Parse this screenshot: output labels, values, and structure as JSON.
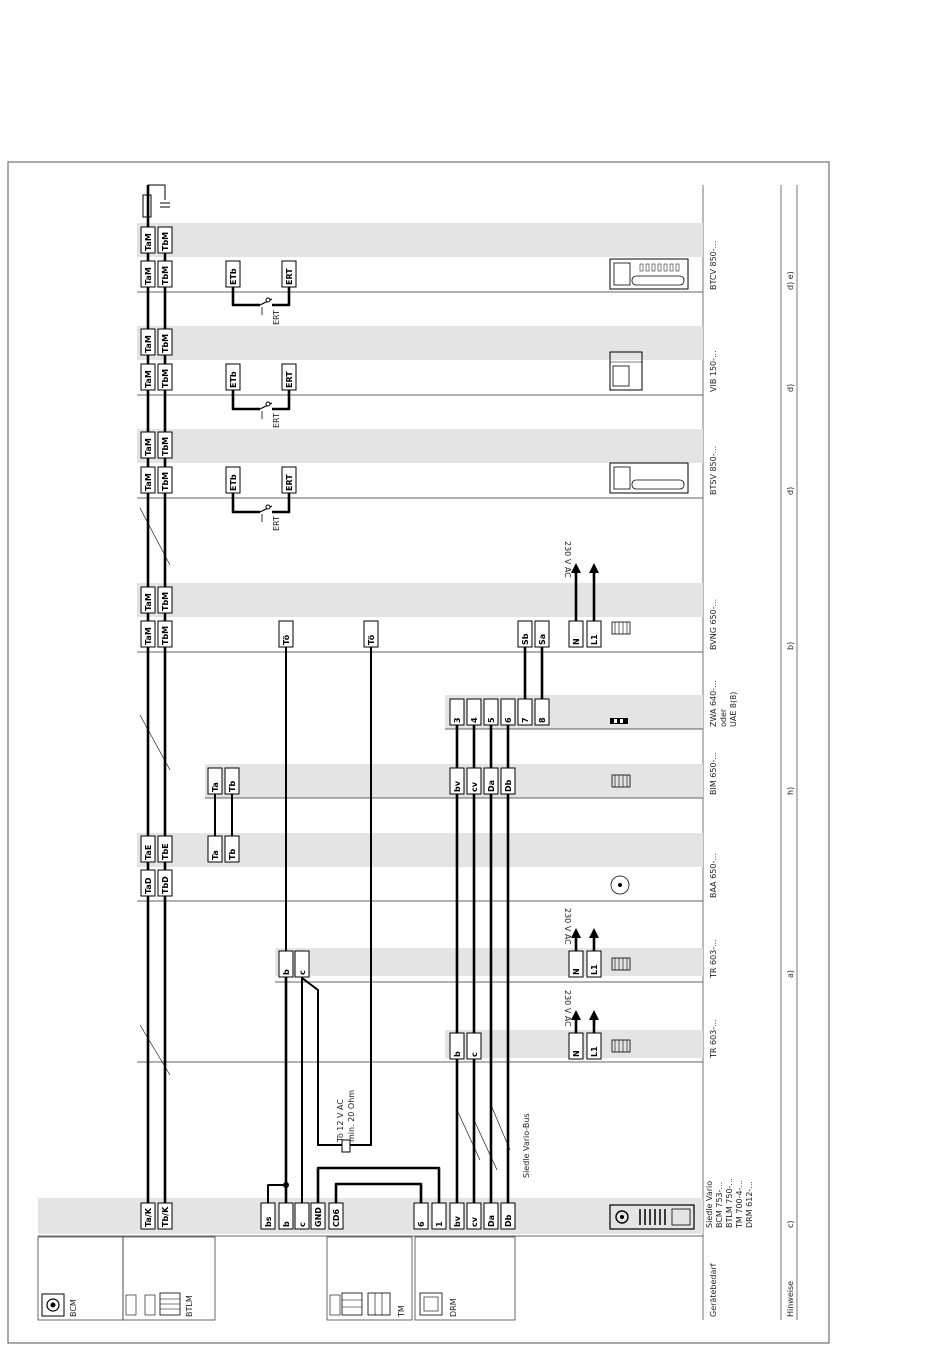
{
  "colors": {
    "band": "#e4e4e4",
    "line": "#000000",
    "frame": "#555555"
  },
  "bottom": {
    "label_geraetebedarf": "Gerätebedarf",
    "label_hinweise": "Hinweise",
    "main_device_lines": [
      "Siedle Vario",
      "BCM 753-...",
      "BTLM 750-...",
      "TM 700-4-...",
      "DRM 612-..."
    ],
    "main_note": "c)",
    "bus_label": "Siedle Vario-Bus",
    "to_label_1": "Tö 12 V AC",
    "to_label_2": "min. 20 Ohm"
  },
  "left_modules": [
    {
      "name": "BCM"
    },
    {
      "name": "BTLM"
    },
    {
      "name": "TM"
    },
    {
      "name": "DRM"
    }
  ],
  "main_terminals": [
    "Ta/K",
    "Tb/K",
    "bs",
    "b",
    "c",
    "GND",
    "CD6",
    "6",
    "1",
    "bv",
    "cv",
    "Da",
    "Db"
  ],
  "devices": [
    {
      "id": "tr1",
      "device": "TR 603-...",
      "note": "",
      "terminals": [
        "b",
        "c",
        "N",
        "L1"
      ],
      "voltage": "230 V AC"
    },
    {
      "id": "tr2",
      "device": "TR 603-...",
      "note": "a)",
      "terminals": [
        "b",
        "c",
        "N",
        "L1"
      ],
      "voltage": "230 V AC"
    },
    {
      "id": "baa",
      "device": "BAA 650-...",
      "note": "",
      "terminals": [
        "TaD",
        "TbD",
        "TaE",
        "TbE",
        "Ta",
        "Tb"
      ]
    },
    {
      "id": "bim",
      "device": "BIM 650-...",
      "note": "h)",
      "terminals": [
        "Ta",
        "Tb",
        "bv",
        "cv",
        "Da",
        "Db"
      ]
    },
    {
      "id": "zwa",
      "device": "ZWA 640-...",
      "device2": "oder",
      "device3": "UAE 8(8)",
      "note": "",
      "terminals": [
        "3",
        "4",
        "5",
        "6",
        "7",
        "8"
      ]
    },
    {
      "id": "bvng",
      "device": "BVNG 650-...",
      "note": "b)",
      "terminals": [
        "TaM",
        "TbM",
        "TaM",
        "TbM",
        "Tö",
        "Tö",
        "Sb",
        "Sa",
        "N",
        "L1"
      ],
      "voltage": "230 V AC"
    },
    {
      "id": "btsv",
      "device": "BTSV 850-...",
      "note": "d)",
      "terminals": [
        "TaM",
        "TbM",
        "TaM",
        "TbM",
        "ETb",
        "ERT"
      ],
      "switch": "ERT"
    },
    {
      "id": "vib",
      "device": "VIB 150-...",
      "note": "d)",
      "terminals": [
        "TaM",
        "TbM",
        "TaM",
        "TbM",
        "ETb",
        "ERT"
      ],
      "switch": "ERT"
    },
    {
      "id": "btcv",
      "device": "BTCV 850-...",
      "note": "d) e)",
      "terminals": [
        "TaM",
        "TbM",
        "TaM",
        "TbM",
        "ETb",
        "ERT"
      ],
      "switch": "ERT"
    }
  ]
}
